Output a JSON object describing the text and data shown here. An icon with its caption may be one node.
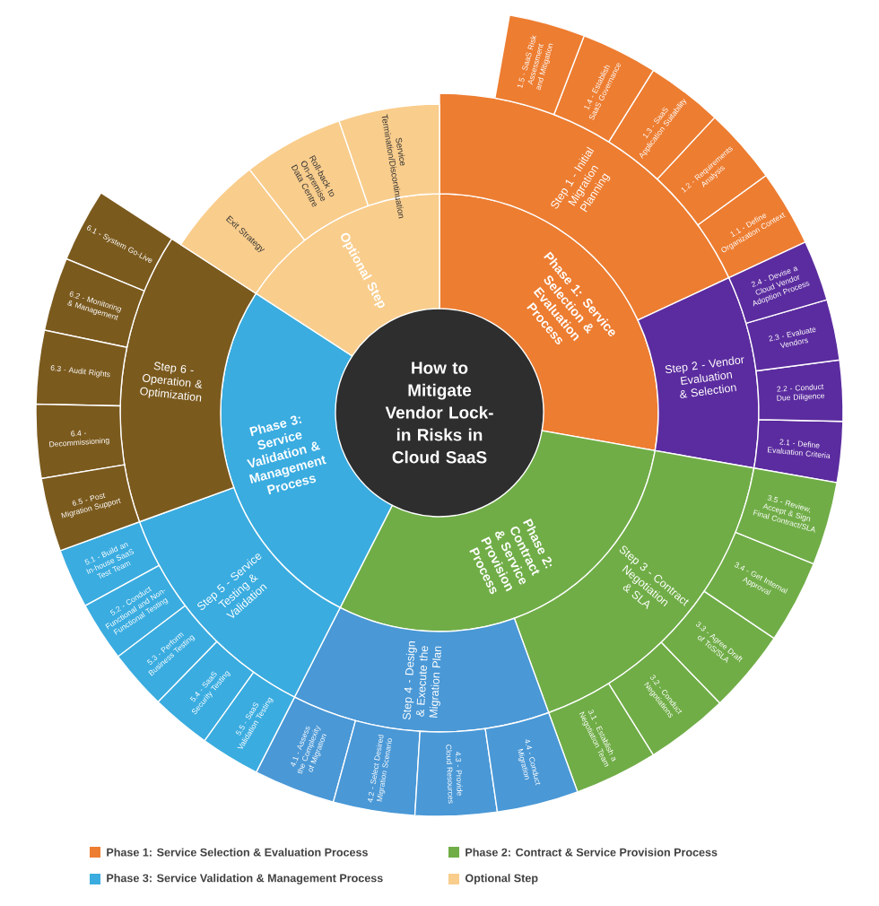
{
  "diagram": {
    "nodes": [
      {
        "text": [
          "How to Mitigate Vendor Lock-in Risks in Cloud SaaS"
        ]
      },
      {
        "text": [
          "Phase 1: Service Selection & Evaluation Process"
        ]
      },
      {
        "text": [
          "Phase 2: Contract & Service Provision Process"
        ]
      },
      {
        "text": [
          "Phase 3: Service Validation & Management Process"
        ]
      },
      {
        "text": [
          "Optional Step"
        ]
      },
      {
        "text": [
          "Step 1 - Initial Migration Planning"
        ]
      },
      {
        "text": [
          "Step 2 - Vendor Evaluation & Selection"
        ]
      },
      {
        "text": [
          "Step 3 - Contract Negotiation & SLA"
        ]
      },
      {
        "text": [
          "Step 4 - Design & Execute the Migration Plan"
        ]
      },
      {
        "text": [
          "Step 5 - Service Testing & Validation"
        ]
      },
      {
        "text": [
          "Step 6 - Operation & Optimization"
        ]
      },
      {
        "text": [
          "Exit Strategy"
        ]
      },
      {
        "text": [
          "Roll-back to On-premise Data Centre"
        ]
      },
      {
        "text": [
          "Service Termination/Discontinuation"
        ]
      },
      {
        "text": [
          "1.1 - Define Organization Context"
        ]
      },
      {
        "text": [
          "1.2 - Requirements Analysis"
        ]
      },
      {
        "text": [
          "1.3 - SaaS Application Suitability"
        ]
      },
      {
        "text": [
          "1.4 - Establish SaaS Governance"
        ]
      },
      {
        "text": [
          "1.5 - SaaS Risk Assessment and Mitigation"
        ]
      },
      {
        "text": [
          "2.1 - Define Evaluation Criteria"
        ]
      },
      {
        "text": [
          "2.2 - Conduct Due Diligence"
        ]
      },
      {
        "text": [
          "2.3 - Evaluate Vendors"
        ]
      },
      {
        "text": [
          "2.4 - Devise a Cloud Vendor Adoption Process"
        ]
      },
      {
        "text": [
          "3.1 - Establish a Negotiation Team"
        ]
      },
      {
        "text": [
          "3.2 - Conduct Negotiations"
        ]
      },
      {
        "text": [
          "3.3 - Agree Draft of ToS/SLA"
        ]
      },
      {
        "text": [
          "3.4 - Get Internal Approval"
        ]
      },
      {
        "text": [
          "3.5 - Review, Accept & Sign Final Contract/SLA"
        ]
      },
      {
        "text": [
          "4.1 - Assess the Complexity of Migration"
        ]
      },
      {
        "text": [
          "4.2 - Select Desired Migration Scenario"
        ]
      },
      {
        "text": [
          "4.3 - Provide Cloud Resources"
        ]
      },
      {
        "text": [
          "4.4 - Conduct Migration"
        ]
      },
      {
        "text": [
          "5.1 - Build an In-house SaaS Test Team"
        ]
      },
      {
        "text": [
          "5.2 - Conduct Functional and Non-Functional Testing"
        ]
      },
      {
        "text": [
          "5.3 - Perform Business Testing"
        ]
      },
      {
        "text": [
          "5.4 - SaaS Security Testing"
        ]
      },
      {
        "text": [
          "5.5 - SaaS Validation Testing"
        ]
      },
      {
        "text": [
          "6.1 - System Go-Live"
        ]
      },
      {
        "text": [
          "6.2 - Monitoring & Management"
        ]
      },
      {
        "text": [
          "6.3 - Audit Rights"
        ]
      },
      {
        "text": [
          "6.4 - Decommissioning"
        ]
      },
      {
        "text": [
          "6.5 - Post Migration Support"
        ]
      }
    ],
    "legend": [
      {
        "text": "Phase 1: Service Selection & Evaluation Process",
        "color": "#ed7d31"
      },
      {
        "text": "Phase 2: Contract & Service Provision Process",
        "color": "#70ad47"
      },
      {
        "text": "Phase 3: Service Validation & Management Process",
        "color": "#3aace0"
      },
      {
        "text": "Optional Step",
        "color": "#f9cd8c"
      }
    ]
  }
}
